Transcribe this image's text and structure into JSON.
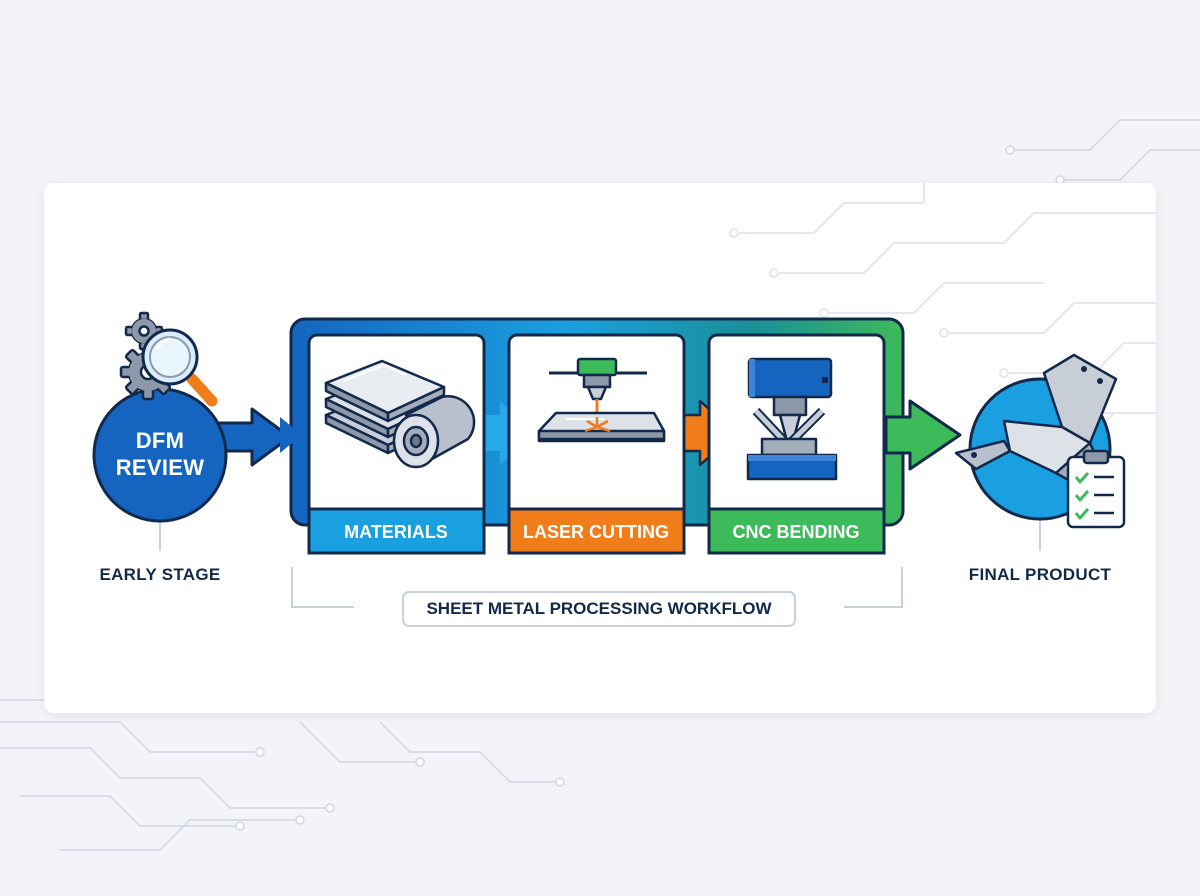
{
  "early_stage": {
    "circle_line1": "DFM",
    "circle_line2": "REVIEW",
    "caption": "EARLY STAGE",
    "icons": [
      "gear-icon",
      "magnifier-icon"
    ]
  },
  "workflow": {
    "caption": "SHEET METAL PROCESSING WORKFLOW",
    "frame_color": "#1565c0",
    "steps": [
      {
        "label": "MATERIALS",
        "color": "#1aa0e0",
        "icon": "metal-sheets-and-coil-icon"
      },
      {
        "label": "LASER CUTTING",
        "color": "#f07c1a",
        "icon": "laser-cutter-icon"
      },
      {
        "label": "CNC BENDING",
        "color": "#3dba5a",
        "icon": "press-brake-icon"
      }
    ]
  },
  "final": {
    "caption": "FINAL PRODUCT",
    "icons": [
      "bent-bracket-icon",
      "checklist-clipboard-icon"
    ]
  },
  "colors": {
    "navy": "#13294b",
    "blue": "#1565c0",
    "sky": "#1aa0e0",
    "orange": "#f07c1a",
    "green": "#3dba5a"
  }
}
